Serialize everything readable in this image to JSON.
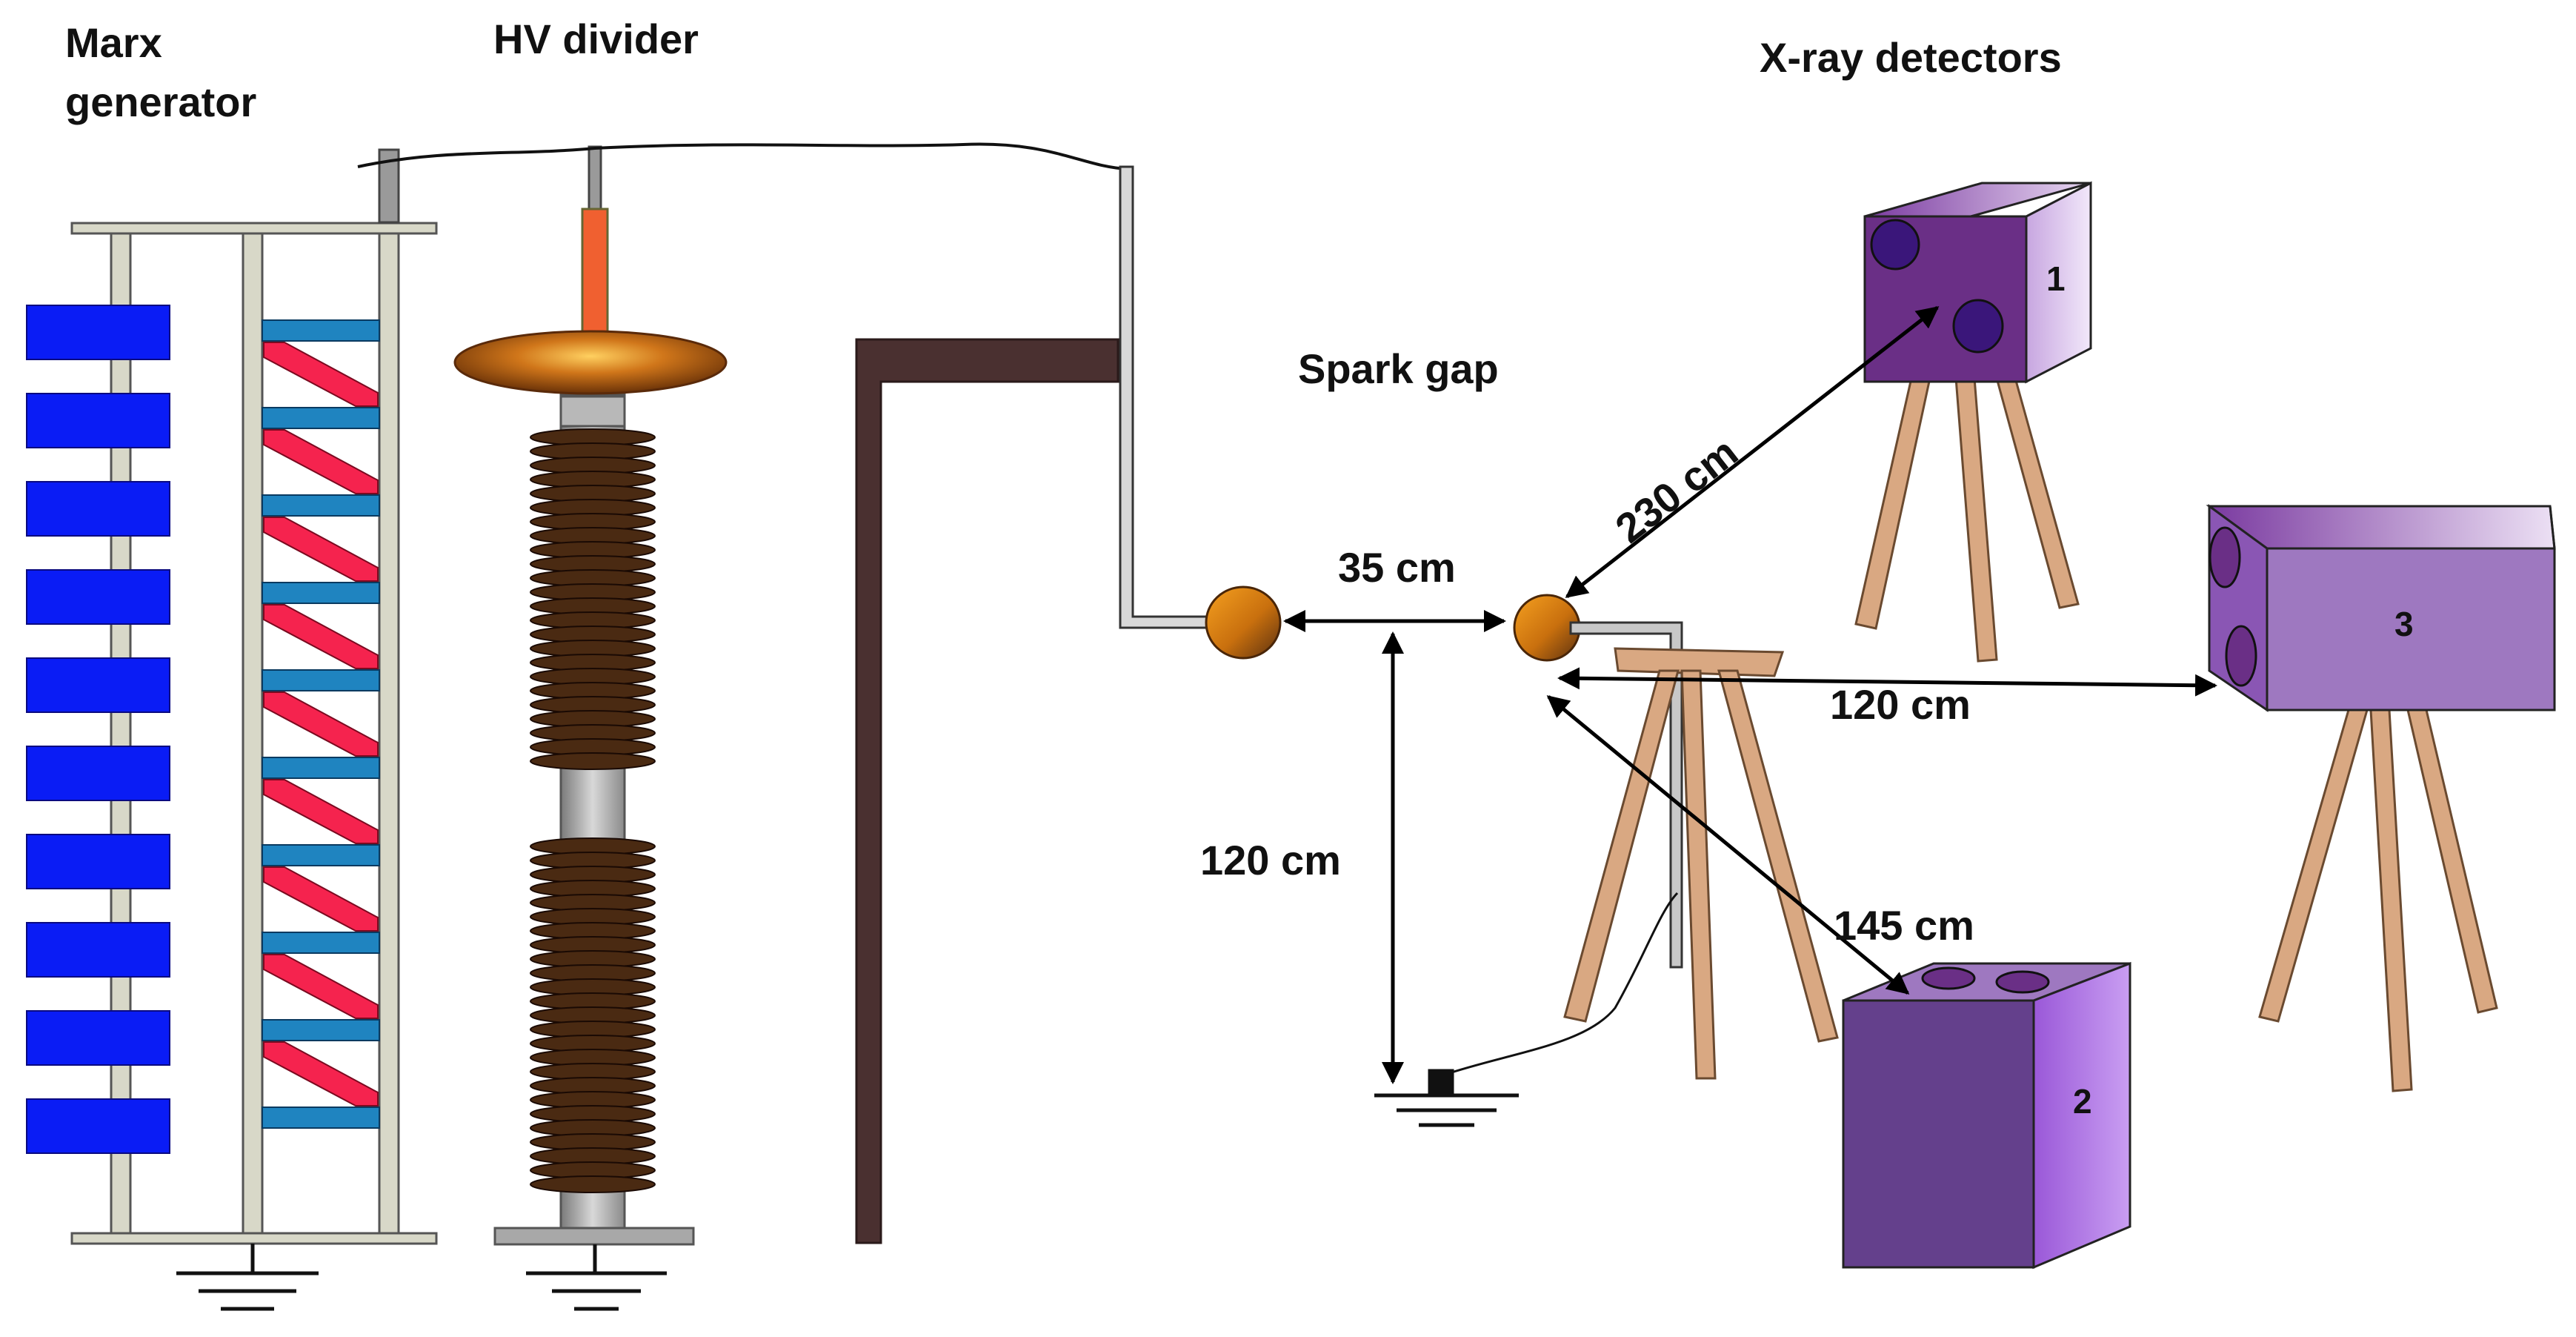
{
  "labels": {
    "marx_line1": "Marx",
    "marx_line2": "generator",
    "hv_divider": "HV divider",
    "xray_detectors": "X-ray detectors",
    "spark_gap": "Spark gap"
  },
  "distances": {
    "gap": "35 cm",
    "height": "120 cm",
    "detector1": "230 cm",
    "detector2": "145 cm",
    "detector3": "120 cm"
  },
  "detectors": {
    "d1": "1",
    "d2": "2",
    "d3": "3"
  },
  "colors": {
    "marx_capacitor": "#0a1cf5",
    "marx_rung": "#1f84c0",
    "marx_resistor": "#f5234e",
    "divider_fin": "#4a2a12",
    "divider_rod": "#f06030",
    "return_frame": "#4a3030",
    "electrode": "#d37a10",
    "tripod_leg": "#d9a882",
    "detector_dark": "#6a2f86",
    "detector_light": "#9e78c0"
  }
}
